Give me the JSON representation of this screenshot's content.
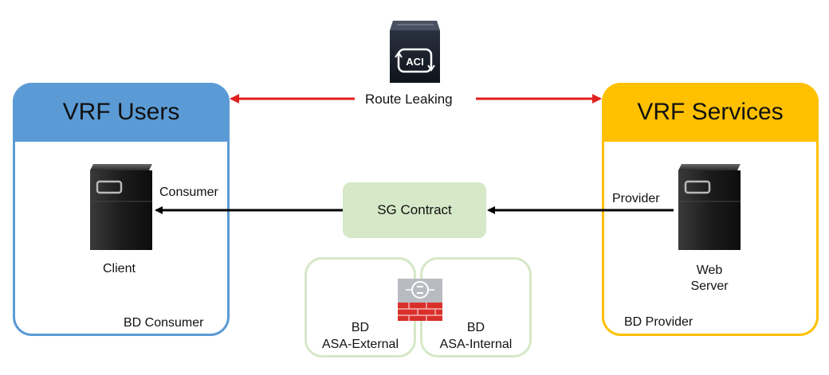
{
  "vrf_users": {
    "title": "VRF Users",
    "bd_label": "BD Consumer",
    "server_label": "Client",
    "role": "Consumer"
  },
  "vrf_services": {
    "title": "VRF Services",
    "bd_label": "BD Provider",
    "server_label_1": "Web",
    "server_label_2": "Server",
    "role": "Provider"
  },
  "route_leaking": "Route Leaking",
  "aci_label": "ACI",
  "contract": "SG Contract",
  "bd_external": {
    "line1": "BD",
    "line2": "ASA-External"
  },
  "bd_internal": {
    "line1": "BD",
    "line2": "ASA-Internal"
  },
  "colors": {
    "users": "#5b9bd5",
    "services": "#ffc000",
    "contract": "#d5e8c7",
    "leak_arrow": "#e02020",
    "firewall": "#d9302c"
  }
}
